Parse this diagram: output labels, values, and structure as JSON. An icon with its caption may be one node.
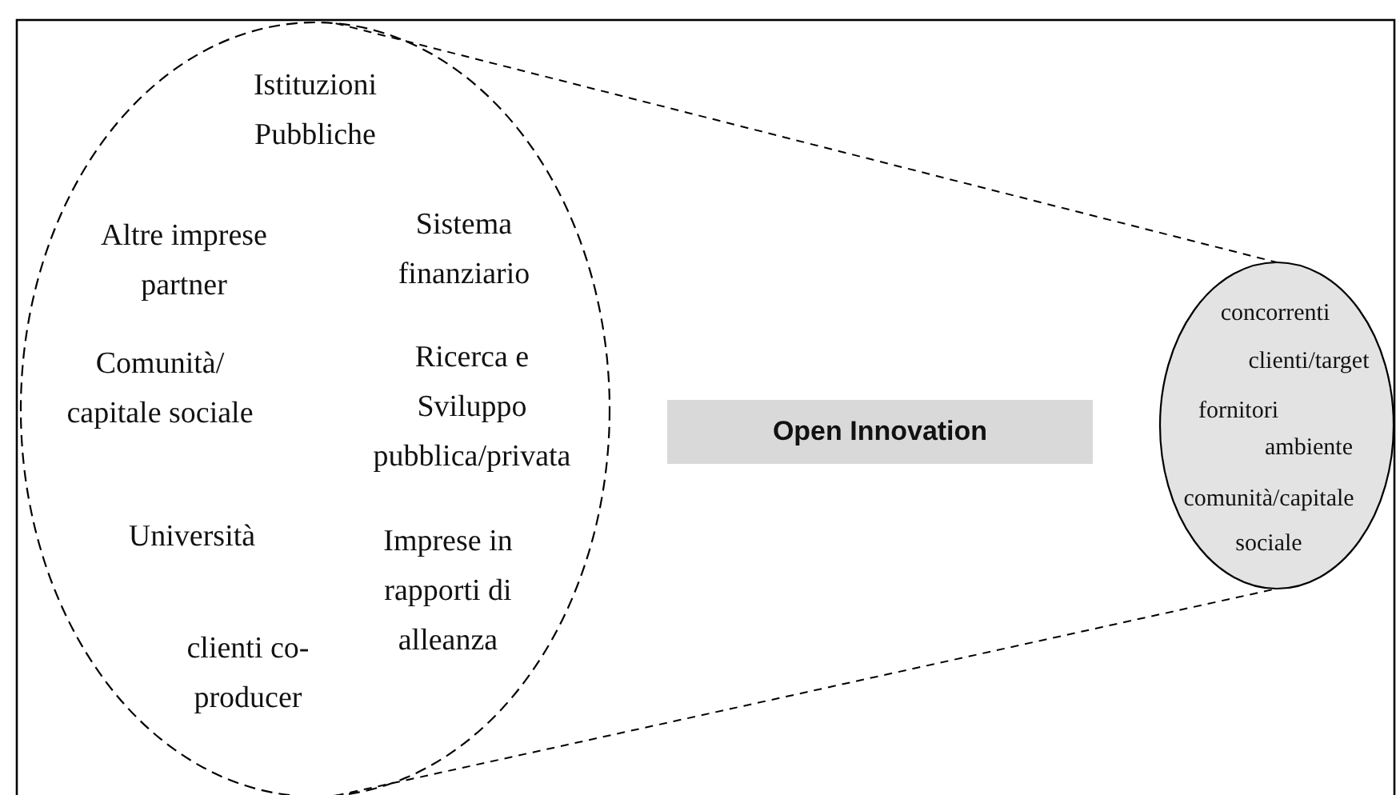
{
  "diagram": {
    "nodes": [
      {
        "text": [
          "Istituzioni Pubbliche",
          "Altre imprese partner",
          "Sistema finanziario",
          "Comunità/ capitale sociale",
          "Ricerca e Sviluppo pubblica/privata",
          "Università",
          "Imprese in rapporti di alleanza",
          "clienti co-producer"
        ]
      },
      {
        "text": [
          "concorrenti",
          "clienti/target",
          "fornitori",
          "ambiente",
          "comunità/capitale sociale"
        ]
      },
      {
        "text": [
          "Open Innovation"
        ]
      }
    ],
    "edges": [
      {
        "from": 0,
        "to": 1,
        "arrow": "none",
        "style": "dashed"
      },
      {
        "from": 0,
        "to": 1,
        "arrow": "none",
        "style": "dashed"
      }
    ]
  }
}
